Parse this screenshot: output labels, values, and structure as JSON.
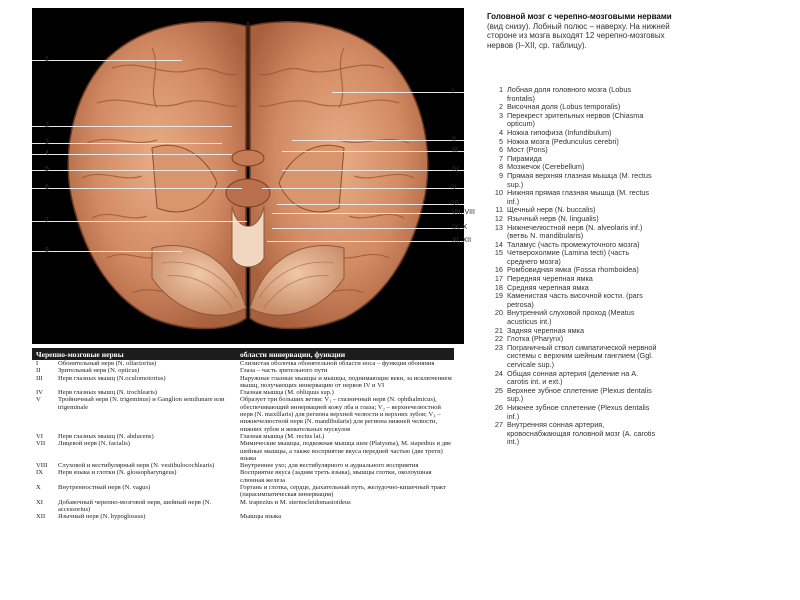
{
  "figure": {
    "left_labels": [
      "1",
      "2",
      "3",
      "4",
      "5",
      "6",
      "7",
      "8"
    ],
    "right_labels": [
      "I",
      "II",
      "III",
      "IV",
      "V",
      "VI",
      "VII, VIII",
      "IX, X",
      "XI, XII"
    ]
  },
  "caption": {
    "title": "Головной мозг с черепно-мозговыми нервами",
    "text": " (вид снизу). Лобный полюс – наверху. На нижней стороне из мозга выходят 12 черепно-мозговых нервов (I–XII, ср. таблицу)."
  },
  "legend": [
    {
      "n": "1",
      "t": "Лобная доля головного мозга (Lobus frontalis)"
    },
    {
      "n": "2",
      "t": "Височная доля (Lobus temporalis)"
    },
    {
      "n": "3",
      "t": "Перекрест зрительных нервов (Chiasma opticum)"
    },
    {
      "n": "4",
      "t": "Ножка гипофиза (Infundibulum)"
    },
    {
      "n": "5",
      "t": "Ножка мозга (Pedunculus cerebri)"
    },
    {
      "n": "6",
      "t": "Мост (Pons)"
    },
    {
      "n": "7",
      "t": "Пирамида"
    },
    {
      "n": "8",
      "t": "Мозжечок (Cerebellum)"
    },
    {
      "n": "9",
      "t": "Прямая верхняя глазная мышца (M. rectus sup.)"
    },
    {
      "n": "10",
      "t": "Нижняя прямая глазная мышца (M. rectus inf.)"
    },
    {
      "n": "11",
      "t": "Щечный нерв (N. buccalis)"
    },
    {
      "n": "12",
      "t": "Язычный нерв (N. lingualis)"
    },
    {
      "n": "13",
      "t": "Нижнечелюстной нерв (N. alveolaris inf.) (ветвь N. mandibularis)"
    },
    {
      "n": "14",
      "t": "Таламус (часть промежуточного мозга)"
    },
    {
      "n": "15",
      "t": "Четверохолмие (Lamina tecti) (часть среднего мозга)"
    },
    {
      "n": "16",
      "t": "Ромбовидная ямка (Fossa rhomboidea)"
    },
    {
      "n": "17",
      "t": "Передняя черепная ямка"
    },
    {
      "n": "18",
      "t": "Средняя черепная ямка"
    },
    {
      "n": "19",
      "t": "Каменистая часть височной кости. (pars petrosa)"
    },
    {
      "n": "20",
      "t": "Внутренний слуховой проход (Meatus acusticus int.)"
    },
    {
      "n": "21",
      "t": "Задняя черепная ямка"
    },
    {
      "n": "22",
      "t": "Глотка (Pharynx)"
    },
    {
      "n": "23",
      "t": "Пограничный ствол симпатической нервной системы с верхним шейным ганглием (Ggl. cervicale sup.)"
    },
    {
      "n": "24",
      "t": "Общая сонная артерия (деление на A. carotis int. и ext.)"
    },
    {
      "n": "25",
      "t": "Верхнее зубное сплетение (Plexus dentalis sup.)"
    },
    {
      "n": "26",
      "t": "Нижнее зубное сплетение (Plexus dentalis inf.)"
    },
    {
      "n": "27",
      "t": "Внутренняя сонная артерия, кровоснабжающая головной мозг (A. carotis int.)"
    }
  ],
  "table": {
    "headers": [
      "Черепно-мозговые нервы",
      "области иннервации, функции"
    ],
    "rows": [
      {
        "num": "I",
        "name": "Обонятельный нерв (N. olfactorius)",
        "func": "Слизистая оболочка обонятельной области носа – функция обоняния"
      },
      {
        "num": "II",
        "name": "Зрительный нерв (N. opticus)",
        "func": "Глаза – часть зрительного пути"
      },
      {
        "num": "III",
        "name": "Нерв глазных мышц (N.oculomotorius)",
        "func": "Наружные глазные мышцы и мышцы, поднимающие веки, за исключением мышц, получающих иннервацию от нервов IV и VI"
      },
      {
        "num": "IV",
        "name": "Нерв глазных мышц (N. trochlearis)",
        "func": "Глазная мышца (M. obliquus sup.)"
      },
      {
        "num": "V",
        "name": "Тройничный нерв (N. trigeminus) и Ganglion semilunare или trigeminale",
        "func": "Образует три больших ветви: V₁ – глазничный нерв (N. ophthalmicus), обеспечивающий иннервацией кожу лба и глаза; V₂ – верхнечелюстной нерв (N. maxillaris) для региона верхней челюсти и верхних зубов; V₃ – нижнечелюстной нерв (N. mandibularis) для региона нижней челюсти, нижних зубов и жевательных мускулов"
      },
      {
        "num": "VI",
        "name": "Нерв глазных мышц (N. abducens)",
        "func": "Глазная мышца (M. rectus lat.)"
      },
      {
        "num": "VII",
        "name": "Лицевой нерв (N. facialis)",
        "func": "Мимические мышцы, подкожная мышца шеи (Platysma), M. stapedius и две шейные мышцы, а также восприятие вкуса передней частью (две трети) языка"
      },
      {
        "num": "VIII",
        "name": "Слуховой и вестибулярный нерв (N. vestibulocochlearis)",
        "func": "Внутреннее ухо; для вестибулярного и аудиального восприятия"
      },
      {
        "num": "IX",
        "name": "Нерв языка и глотки (N. glossopharyngeus)",
        "func": "Восприятие вкуса (задняя треть языка), мышцы глотки, околоушная слюнная железа"
      },
      {
        "num": "X",
        "name": "Внутренностный нерв (N. vagus)",
        "func": "Гортань и глотка, сердце, дыхательный путь, желудочно-кишечный тракт (парасимпатическая иннервация)"
      },
      {
        "num": "XI",
        "name": "Добавочный черепно-мозговой нерв, шейный нерв (N. accessorius)",
        "func": "M. trapezius и M. sternocleidomastoideus"
      },
      {
        "num": "XII",
        "name": "Язычный нерв (N. hypoglossus)",
        "func": "Мышцы языка"
      }
    ]
  }
}
